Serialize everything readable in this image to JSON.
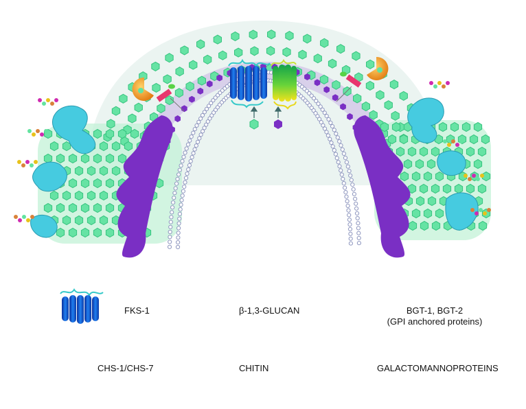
{
  "legend": {
    "fks": "FKS-1",
    "glucan": "β-1,3-GLUCAN",
    "bgt_line1": "BGT-1, BGT-2",
    "bgt_line2": "(GPI anchored proteins)",
    "chs": "CHS-1/CHS-7",
    "chitin": "CHITIN",
    "galacto": "GALACTOMANNOPROTEINS"
  },
  "colors": {
    "glucan": "#63e3a4",
    "glucan_dark": "#2fb874",
    "chitin": "#7a2fc4",
    "chitin_soft": "#c9a8e8",
    "membrane": "#9aa3c8",
    "fks": "#1f6ee0",
    "galacto": "#3ec9df",
    "bgt_orange": "#f29a1a"
  }
}
